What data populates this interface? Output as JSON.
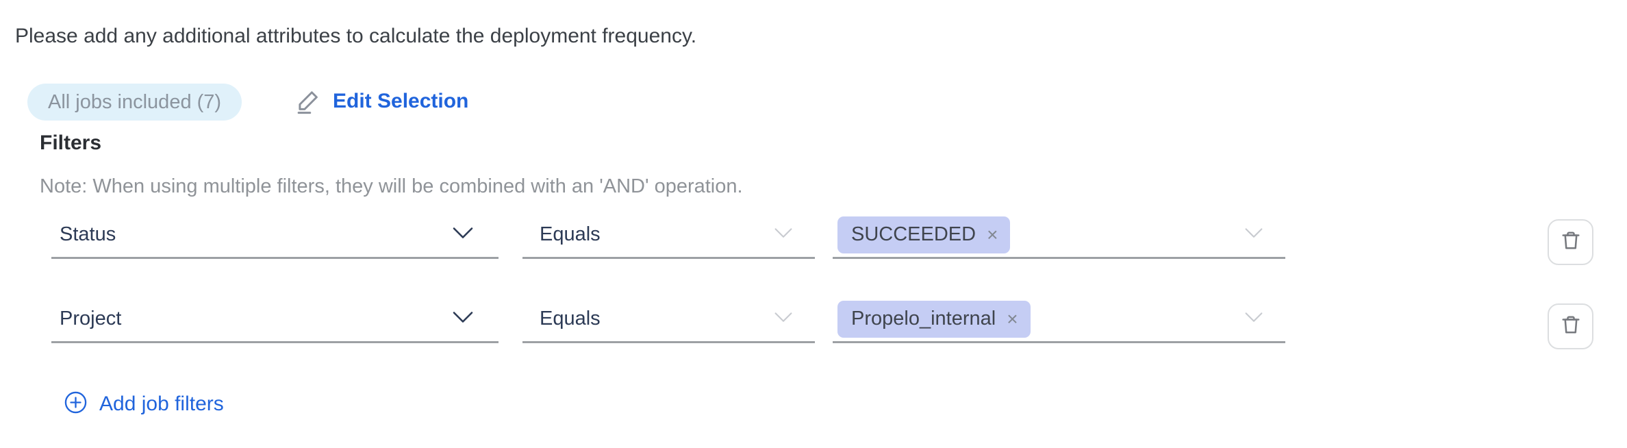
{
  "intro": {
    "text": "Please add any additional attributes to calculate the deployment frequency."
  },
  "jobs": {
    "badge_label": "All jobs included (7)",
    "edit_label": "Edit Selection"
  },
  "filters": {
    "heading": "Filters",
    "note": "Note: When using multiple filters, they will be combined with an 'AND' operation.",
    "add_label": "Add job filters",
    "rows": [
      {
        "attribute": "Status",
        "operator": "Equals",
        "value_tag": "SUCCEEDED",
        "remove_glyph": "×"
      },
      {
        "attribute": "Project",
        "operator": "Equals",
        "value_tag": "Propelo_internal",
        "remove_glyph": "×"
      }
    ]
  },
  "icons": {
    "edit": "pencil-icon",
    "add": "plus-circle-icon",
    "delete": "trash-icon",
    "expand": "chevron-down-icon"
  },
  "colors": {
    "link_blue": "#2064dc",
    "badge_bg": "#e0f1fa",
    "tag_bg": "#c5cdf4",
    "select_text": "#2c3a55",
    "underline_gray": "#9da0a4"
  }
}
